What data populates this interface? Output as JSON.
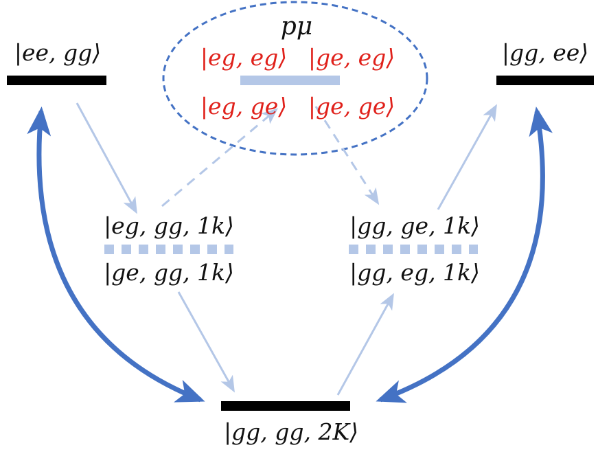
{
  "colors": {
    "level": "#000000",
    "strong_arrow": "#4472c4",
    "weak_arrow": "#b4c7e7",
    "ellipse": "#4472c4",
    "highlight_text": "#e0211b",
    "degenerate_bar": "#b4c7e7"
  },
  "labels": {
    "ee_gg": "|ee, gg⟩",
    "gg_ee": "|gg, ee⟩",
    "p_mu": "pμ",
    "eg_eg": "|eg, eg⟩",
    "ge_eg": "|ge, eg⟩",
    "eg_ge": "|eg, ge⟩",
    "ge_ge": "|ge, ge⟩",
    "eg_gg_1k": "|eg, gg, 1k⟩",
    "ge_gg_1k": "|ge, gg, 1k⟩",
    "gg_ge_1k": "|gg, ge, 1k⟩",
    "gg_eg_1k": "|gg, eg, 1k⟩",
    "gg_gg_2K": "|gg, gg, 2K⟩"
  }
}
